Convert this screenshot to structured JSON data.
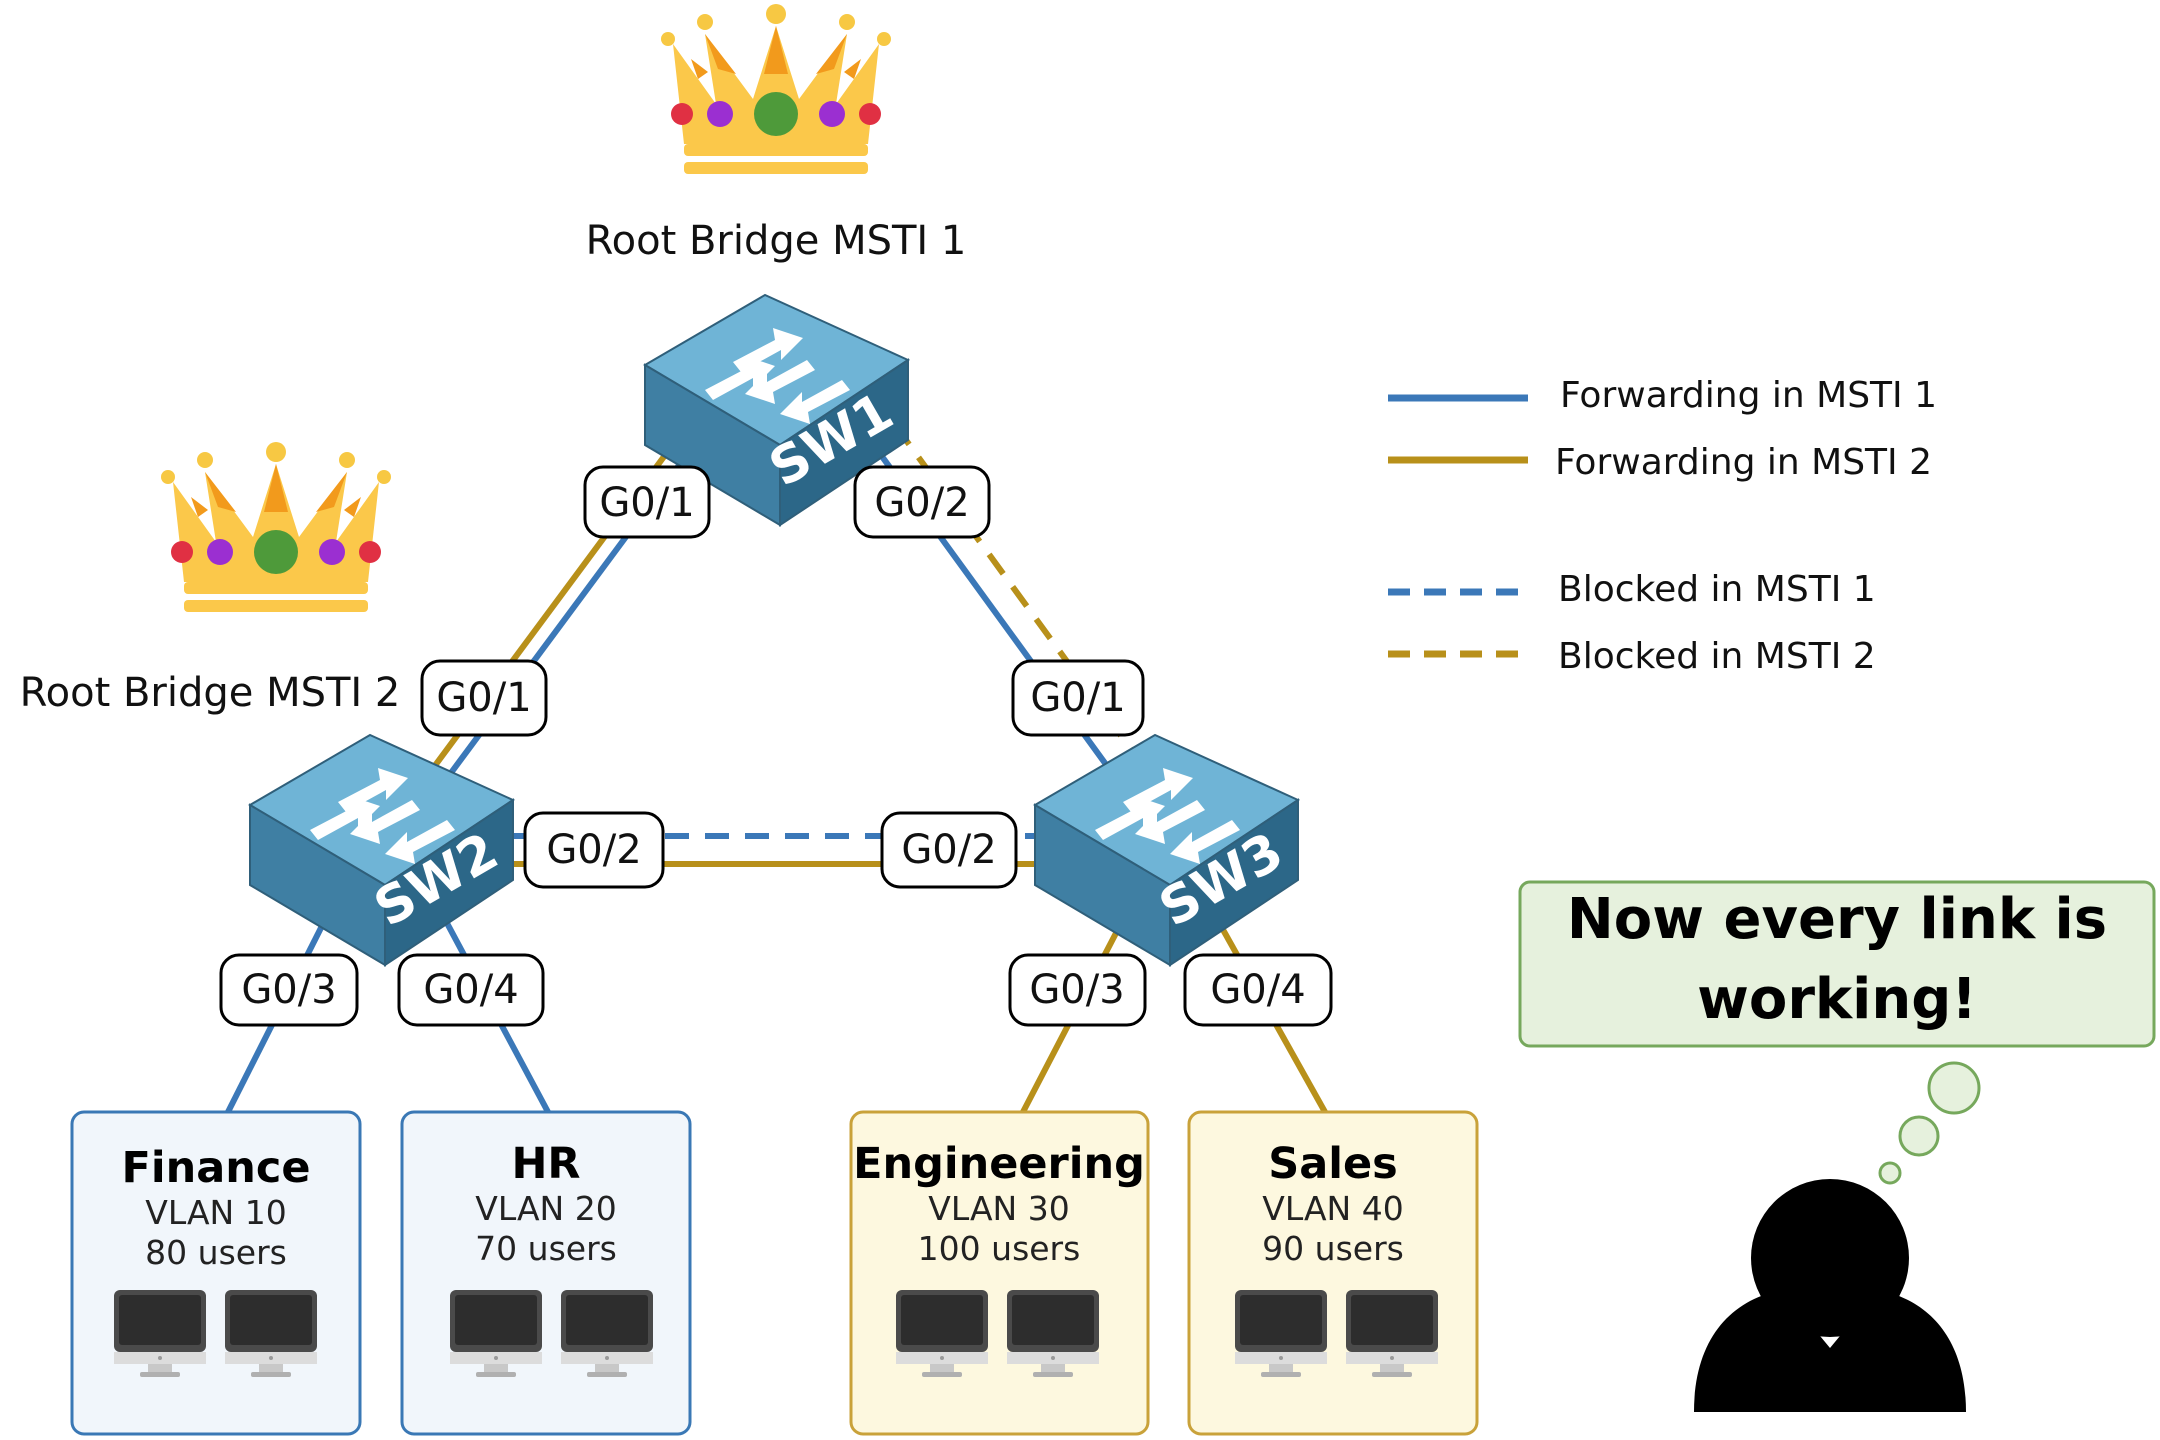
{
  "colors": {
    "msti1": "#3b78b8",
    "msti2": "#b8901a",
    "group_blue_fill": "#f1f6fb",
    "group_blue_border": "#3a78b5",
    "group_yellow_fill": "#fdf8df",
    "group_yellow_border": "#c9a23a",
    "bubble_fill": "#e6f1dd",
    "bubble_border": "#76a85c"
  },
  "root_bridges": {
    "msti1_label": "Root Bridge MSTI 1",
    "msti2_label": "Root Bridge MSTI 2"
  },
  "switches": {
    "sw1": "SW1",
    "sw2": "SW2",
    "sw3": "SW3"
  },
  "ports": {
    "sw1_g01": "G0/1",
    "sw1_g02": "G0/2",
    "sw2_g01": "G0/1",
    "sw2_g02": "G0/2",
    "sw3_g01": "G0/1",
    "sw3_g02": "G0/2",
    "sw2_g03": "G0/3",
    "sw2_g04": "G0/4",
    "sw3_g03": "G0/3",
    "sw3_g04": "G0/4"
  },
  "legend": {
    "fwd_msti1": "Forwarding in MSTI 1",
    "fwd_msti2": "Forwarding in MSTI 2",
    "blk_msti1": "Blocked in MSTI 1",
    "blk_msti2": "Blocked in MSTI 2"
  },
  "groups": {
    "finance": {
      "name": "Finance",
      "vlan": "VLAN 10",
      "users": "80 users"
    },
    "hr": {
      "name": "HR",
      "vlan": "VLAN 20",
      "users": "70 users"
    },
    "engineering": {
      "name": "Engineering",
      "vlan": "VLAN 30",
      "users": "100 users"
    },
    "sales": {
      "name": "Sales",
      "vlan": "VLAN 40",
      "users": "90 users"
    }
  },
  "thought": {
    "line1": "Now every link is",
    "line2": "working!"
  }
}
